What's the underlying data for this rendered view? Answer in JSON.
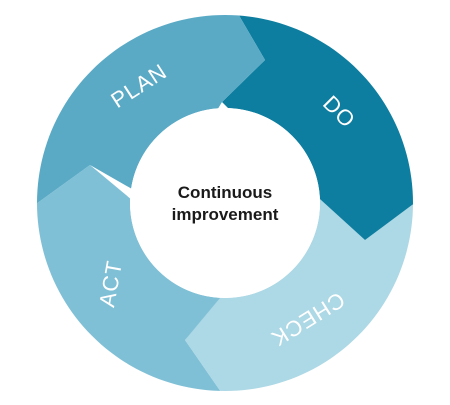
{
  "center": {
    "line1": "Continuous",
    "line2": "improvement"
  },
  "segments": [
    {
      "key": "plan",
      "label": "PLAN",
      "color": "#5aaac6"
    },
    {
      "key": "do",
      "label": "DO",
      "color": "#0e7ea0"
    },
    {
      "key": "check",
      "label": "CHECK",
      "color": "#add8e5"
    },
    {
      "key": "act",
      "label": "ACT",
      "color": "#80c0d6"
    }
  ]
}
